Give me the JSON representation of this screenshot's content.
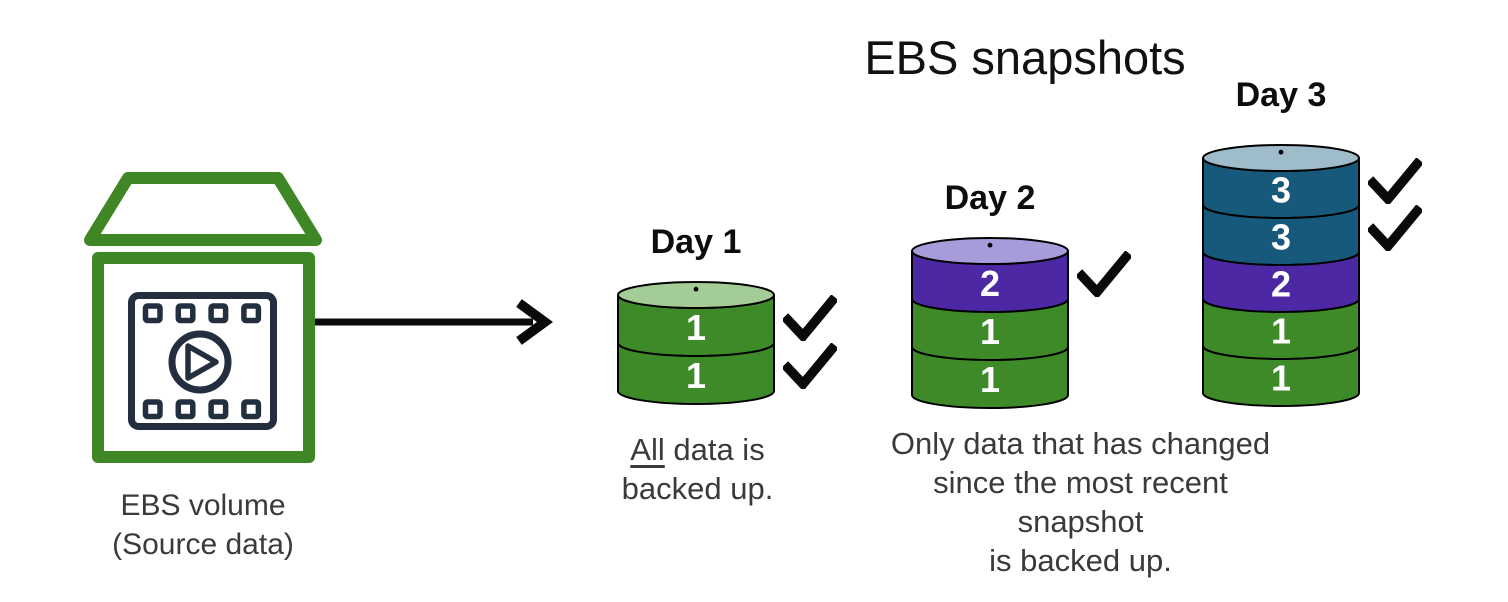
{
  "title": "EBS snapshots",
  "source": {
    "icon": "ebs-volume-film-icon",
    "label_line1": "EBS volume",
    "label_line2": "(Source data)"
  },
  "arrow": {
    "icon": "right-arrow-icon"
  },
  "snapshots": {
    "days": [
      {
        "label": "Day 1",
        "top_color_key": "green_light",
        "segments": [
          {
            "value": "1",
            "color_key": "green"
          },
          {
            "value": "1",
            "color_key": "green"
          }
        ],
        "check_segments": [
          0,
          1
        ],
        "check_icon": "checkmark-icon"
      },
      {
        "label": "Day 2",
        "top_color_key": "purple_light",
        "segments": [
          {
            "value": "2",
            "color_key": "purple"
          },
          {
            "value": "1",
            "color_key": "green"
          },
          {
            "value": "1",
            "color_key": "green"
          }
        ],
        "check_segments": [
          0
        ],
        "check_icon": "checkmark-icon"
      },
      {
        "label": "Day 3",
        "top_color_key": "blue_light",
        "segments": [
          {
            "value": "3",
            "color_key": "blue"
          },
          {
            "value": "3",
            "color_key": "blue"
          },
          {
            "value": "2",
            "color_key": "purple"
          },
          {
            "value": "1",
            "color_key": "green"
          },
          {
            "value": "1",
            "color_key": "green"
          }
        ],
        "check_segments": [
          0,
          1
        ],
        "check_icon": "checkmark-icon"
      }
    ]
  },
  "captions": {
    "day1": {
      "underlined": "All",
      "line1_rest": " data is",
      "line2": "backed up."
    },
    "incremental": {
      "line1": "Only data that has changed",
      "line2": "since the most recent snapshot",
      "line3": "is backed up."
    }
  },
  "colors": {
    "green": "#3E8A28",
    "green_light": "#A4CC96",
    "purple": "#4C28A5",
    "purple_light": "#A79BD9",
    "blue": "#17597A",
    "blue_light": "#9FBCCB",
    "outline": "#000000",
    "check_black": "#0a0a0a",
    "icon_green": "#3F8624",
    "icon_navy": "#232F3E",
    "text_dark": "#3a3a3a",
    "segment_text": "#ffffff"
  }
}
